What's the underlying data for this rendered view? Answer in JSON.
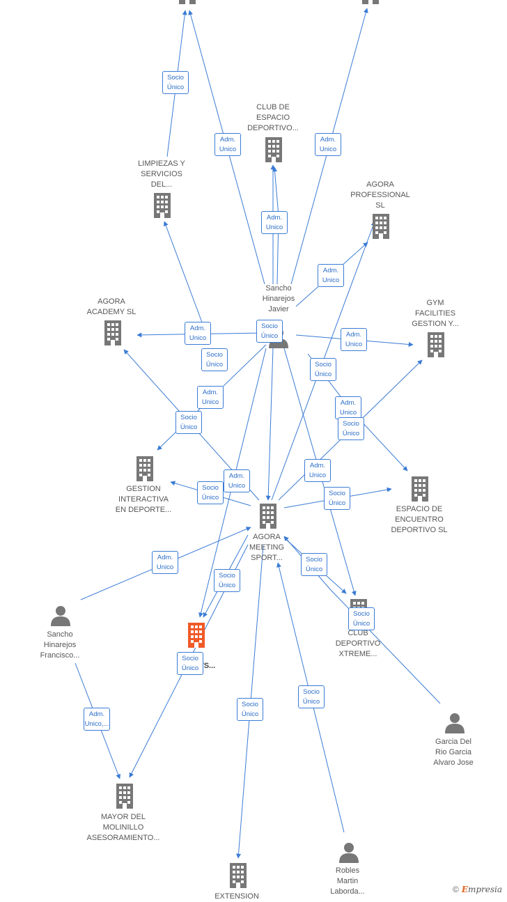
{
  "colors": {
    "edge": "#3a7bd5",
    "company": "#777777",
    "highlight": "#f05a28",
    "person": "#777777"
  },
  "nodes": [
    {
      "id": "top_left",
      "label": "",
      "type": "company"
    },
    {
      "id": "top_right",
      "label": "",
      "type": "company"
    },
    {
      "id": "club_espacio",
      "label": "CLUB DE\nESPACIO\nDEPORTIVO...",
      "type": "company"
    },
    {
      "id": "limpiezas",
      "label": "LIMPIEZAS Y\nSERVICIOS\nDEL...",
      "type": "company"
    },
    {
      "id": "agora_prof",
      "label": "AGORA\nPROFESSIONAL\nSL",
      "type": "company"
    },
    {
      "id": "sancho_javier",
      "label": "Sancho\nHinarejos\nJavier",
      "type": "person"
    },
    {
      "id": "agora_academy",
      "label": "AGORA\nACADEMY SL",
      "type": "company"
    },
    {
      "id": "gym",
      "label": "GYM\nFACILITIES\nGESTION Y...",
      "type": "company"
    },
    {
      "id": "gestion",
      "label": "GESTION\nINTERACTIVA\nEN DEPORTE...",
      "type": "company"
    },
    {
      "id": "espacio_enc",
      "label": "ESPACIO DE\nENCUENTRO\nDEPORTIVO SL",
      "type": "company"
    },
    {
      "id": "agora_meeting",
      "label": "AGORA\nMEETING\nSPORT...",
      "type": "company"
    },
    {
      "id": "club_xtreme",
      "label": "CLUB\nDEPORTIVO\nXTREME...",
      "type": "company"
    },
    {
      "id": "sancho_francisco",
      "label": "Sancho\nHinarejos\nFrancisco...",
      "type": "person"
    },
    {
      "id": "highlight",
      "label": "...E\nSPORTS...",
      "type": "highlight"
    },
    {
      "id": "garcia",
      "label": "Garcia Del\nRio Garcia\nAlvaro Jose",
      "type": "person"
    },
    {
      "id": "mayor",
      "label": "MAYOR DEL\nMOLINILLO\nASESORAMIENTO...",
      "type": "company"
    },
    {
      "id": "extension",
      "label": "EXTENSION",
      "type": "company"
    },
    {
      "id": "robles",
      "label": "Robles\nMartin\nLaborda...",
      "type": "person"
    }
  ],
  "edge_labels": [
    "Socio\nÚnico",
    "Adm.\nUnico",
    "Adm.\nUnico",
    "Adm.\nUnico",
    "Adm.\nUnico",
    "Socio\nÚnico",
    "Adm.\nUnico",
    "Adm.\nUnico",
    "Socio\nÚnico",
    "Socio\nÚnico",
    "Adm.\nUnico",
    "Adm.\nUnico",
    "Socio\nÚnico",
    "Socio\nÚnico",
    "Adm.\nUnico",
    "Adm.\nUnico",
    "Socio\nÚnico",
    "Socio\nÚnico",
    "Adm.\nUnico",
    "Socio\nÚnico",
    "Socio\nÚnico",
    "Socio\nÚnico",
    "Socio\nÚnico",
    "Adm.\nUnico,...",
    "Socio\nÚnico",
    "Socio\nÚnico"
  ],
  "footer": {
    "copyright": "©",
    "brand_initial": "E",
    "brand_rest": "mpresia"
  }
}
